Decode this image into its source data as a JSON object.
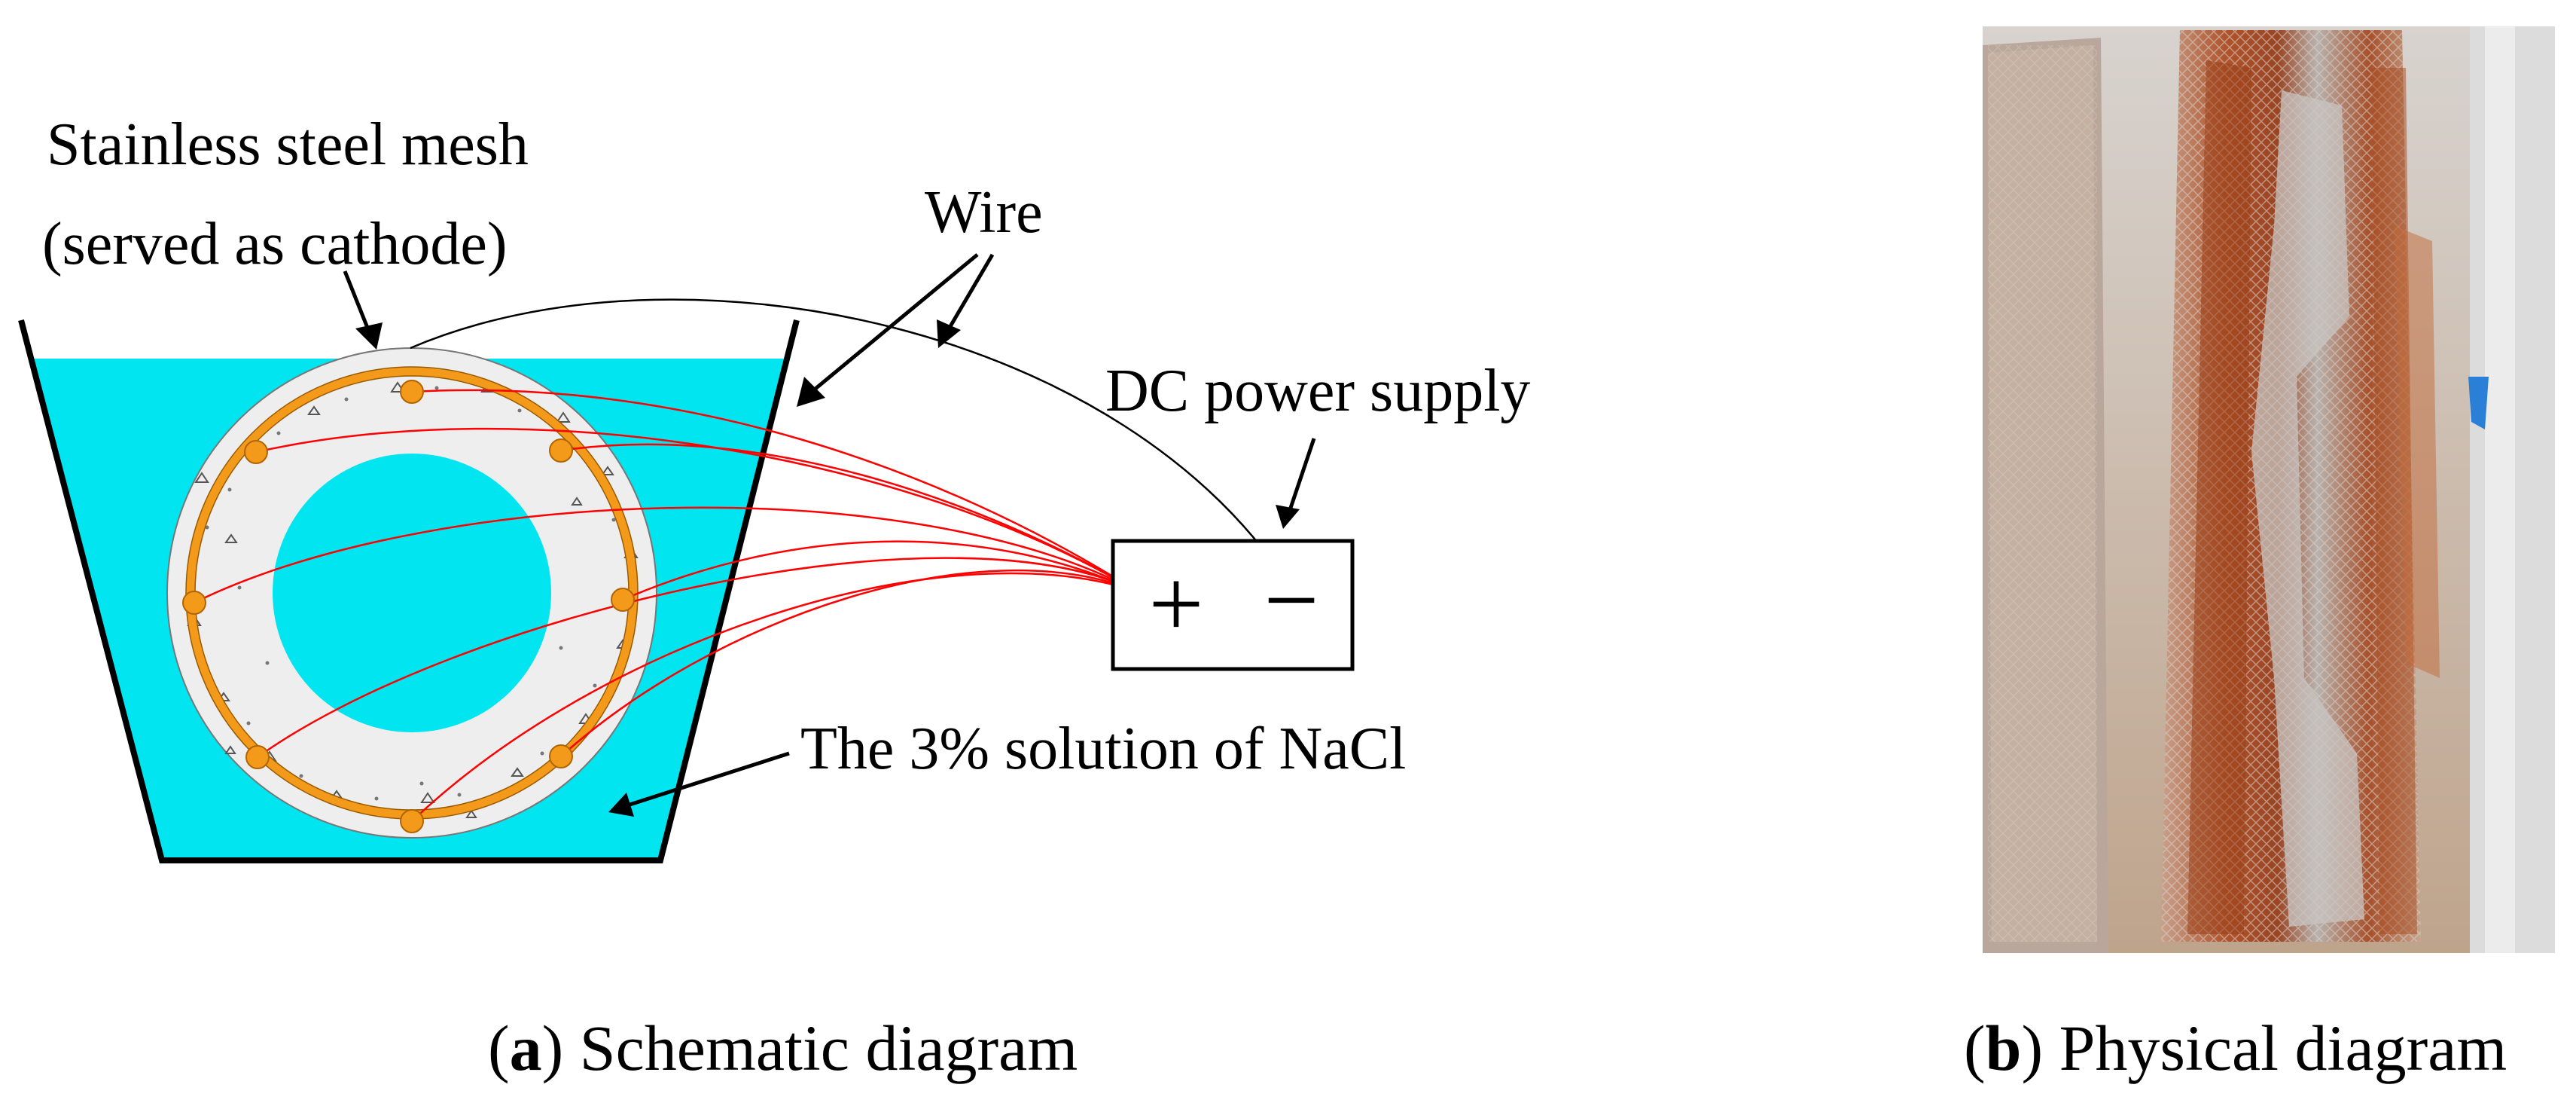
{
  "panel_a": {
    "label_mesh_line1": "Stainless steel mesh",
    "label_mesh_line2": "(served as cathode)",
    "label_wire": "Wire",
    "label_dc": "DC power supply",
    "label_solution": "The 3% solution of NaCl",
    "plus_symbol": "+",
    "minus_symbol": "−",
    "caption_letter": "a",
    "caption_text": " Schematic diagram"
  },
  "panel_b": {
    "caption_letter": "b",
    "caption_text": " Physical diagram"
  },
  "colors": {
    "solution": "#00e5f0",
    "rebar": "#f39a1a",
    "concrete": "#eeeeee",
    "wire_red": "#ff0000",
    "rust": "#a5491f"
  }
}
